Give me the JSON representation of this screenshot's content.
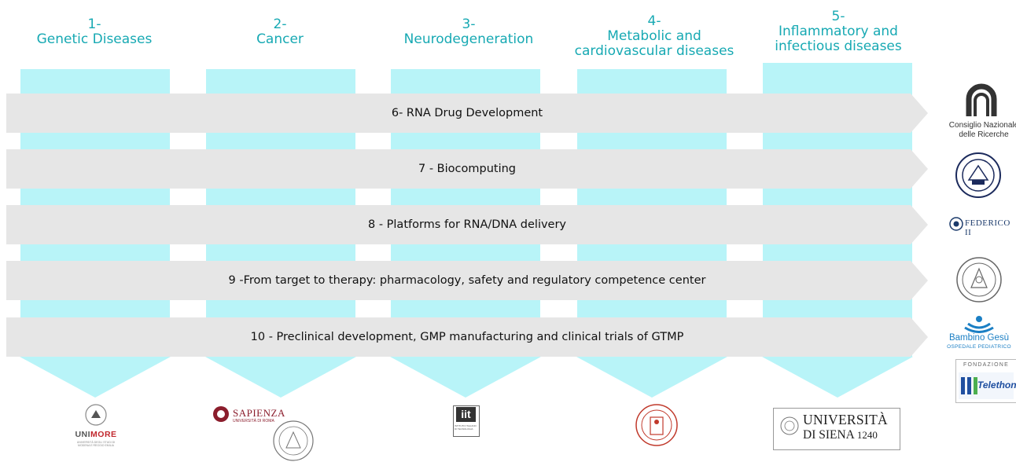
{
  "columns": [
    {
      "number": "1-",
      "title": "Genetic Diseases"
    },
    {
      "number": "2-",
      "title": "Cancer"
    },
    {
      "number": "3-",
      "title": "Neurodegeneration"
    },
    {
      "number": "4-",
      "title_line1": "Metabolic and",
      "title_line2": "cardiovascular diseases"
    },
    {
      "number": "5-",
      "title_line1": "Inflammatory and",
      "title_line2": "infectious diseases"
    }
  ],
  "rows": [
    {
      "label": "6- RNA Drug Development"
    },
    {
      "label": "7 - Biocomputing"
    },
    {
      "label": "8 - Platforms for RNA/DNA delivery"
    },
    {
      "label": "9 -From target to therapy: pharmacology, safety and regulatory competence center"
    },
    {
      "label": "10 - Preclinical development, GMP manufacturing and clinical trials of GTMP"
    }
  ],
  "bottom_logos": {
    "unimore": {
      "name": "UNIMORE",
      "brand_prefix": "UNI",
      "brand_suffix": "MORE",
      "subtitle": "UNIVERSITÀ DEGLI STUDI DI MODENA E REGGIO EMILIA"
    },
    "sapienza": {
      "name": "SAPIENZA",
      "subtitle": "UNIVERSITÀ DI ROMA"
    },
    "iit": {
      "name": "iit",
      "subtitle": "ISTITUTO ITALIANO DI TECNOLOGIA"
    },
    "siena": {
      "line1": "UNIVERSITÀ",
      "line2_prefix": "DI SIENA",
      "line2_year": "1240"
    }
  },
  "side_logos": {
    "cnr": {
      "line1": "Consiglio Nazionale",
      "line2": "delle Ricerche"
    },
    "federico": {
      "name": "FEDERICO II"
    },
    "bambino": {
      "name": "Bambino Gesù",
      "subtitle": "OSPEDALE PEDIATRICO"
    },
    "telethon": {
      "top": "FONDAZIONE",
      "name": "Telethon"
    }
  },
  "colors": {
    "header_text": "#17a9b3",
    "column_fill": "#b8f4f8",
    "arrow_fill": "#e6e6e6",
    "unimore_red": "#c1272d",
    "sapienza_red": "#8b1d2c",
    "telethon_blue": "#1f4fa0"
  }
}
